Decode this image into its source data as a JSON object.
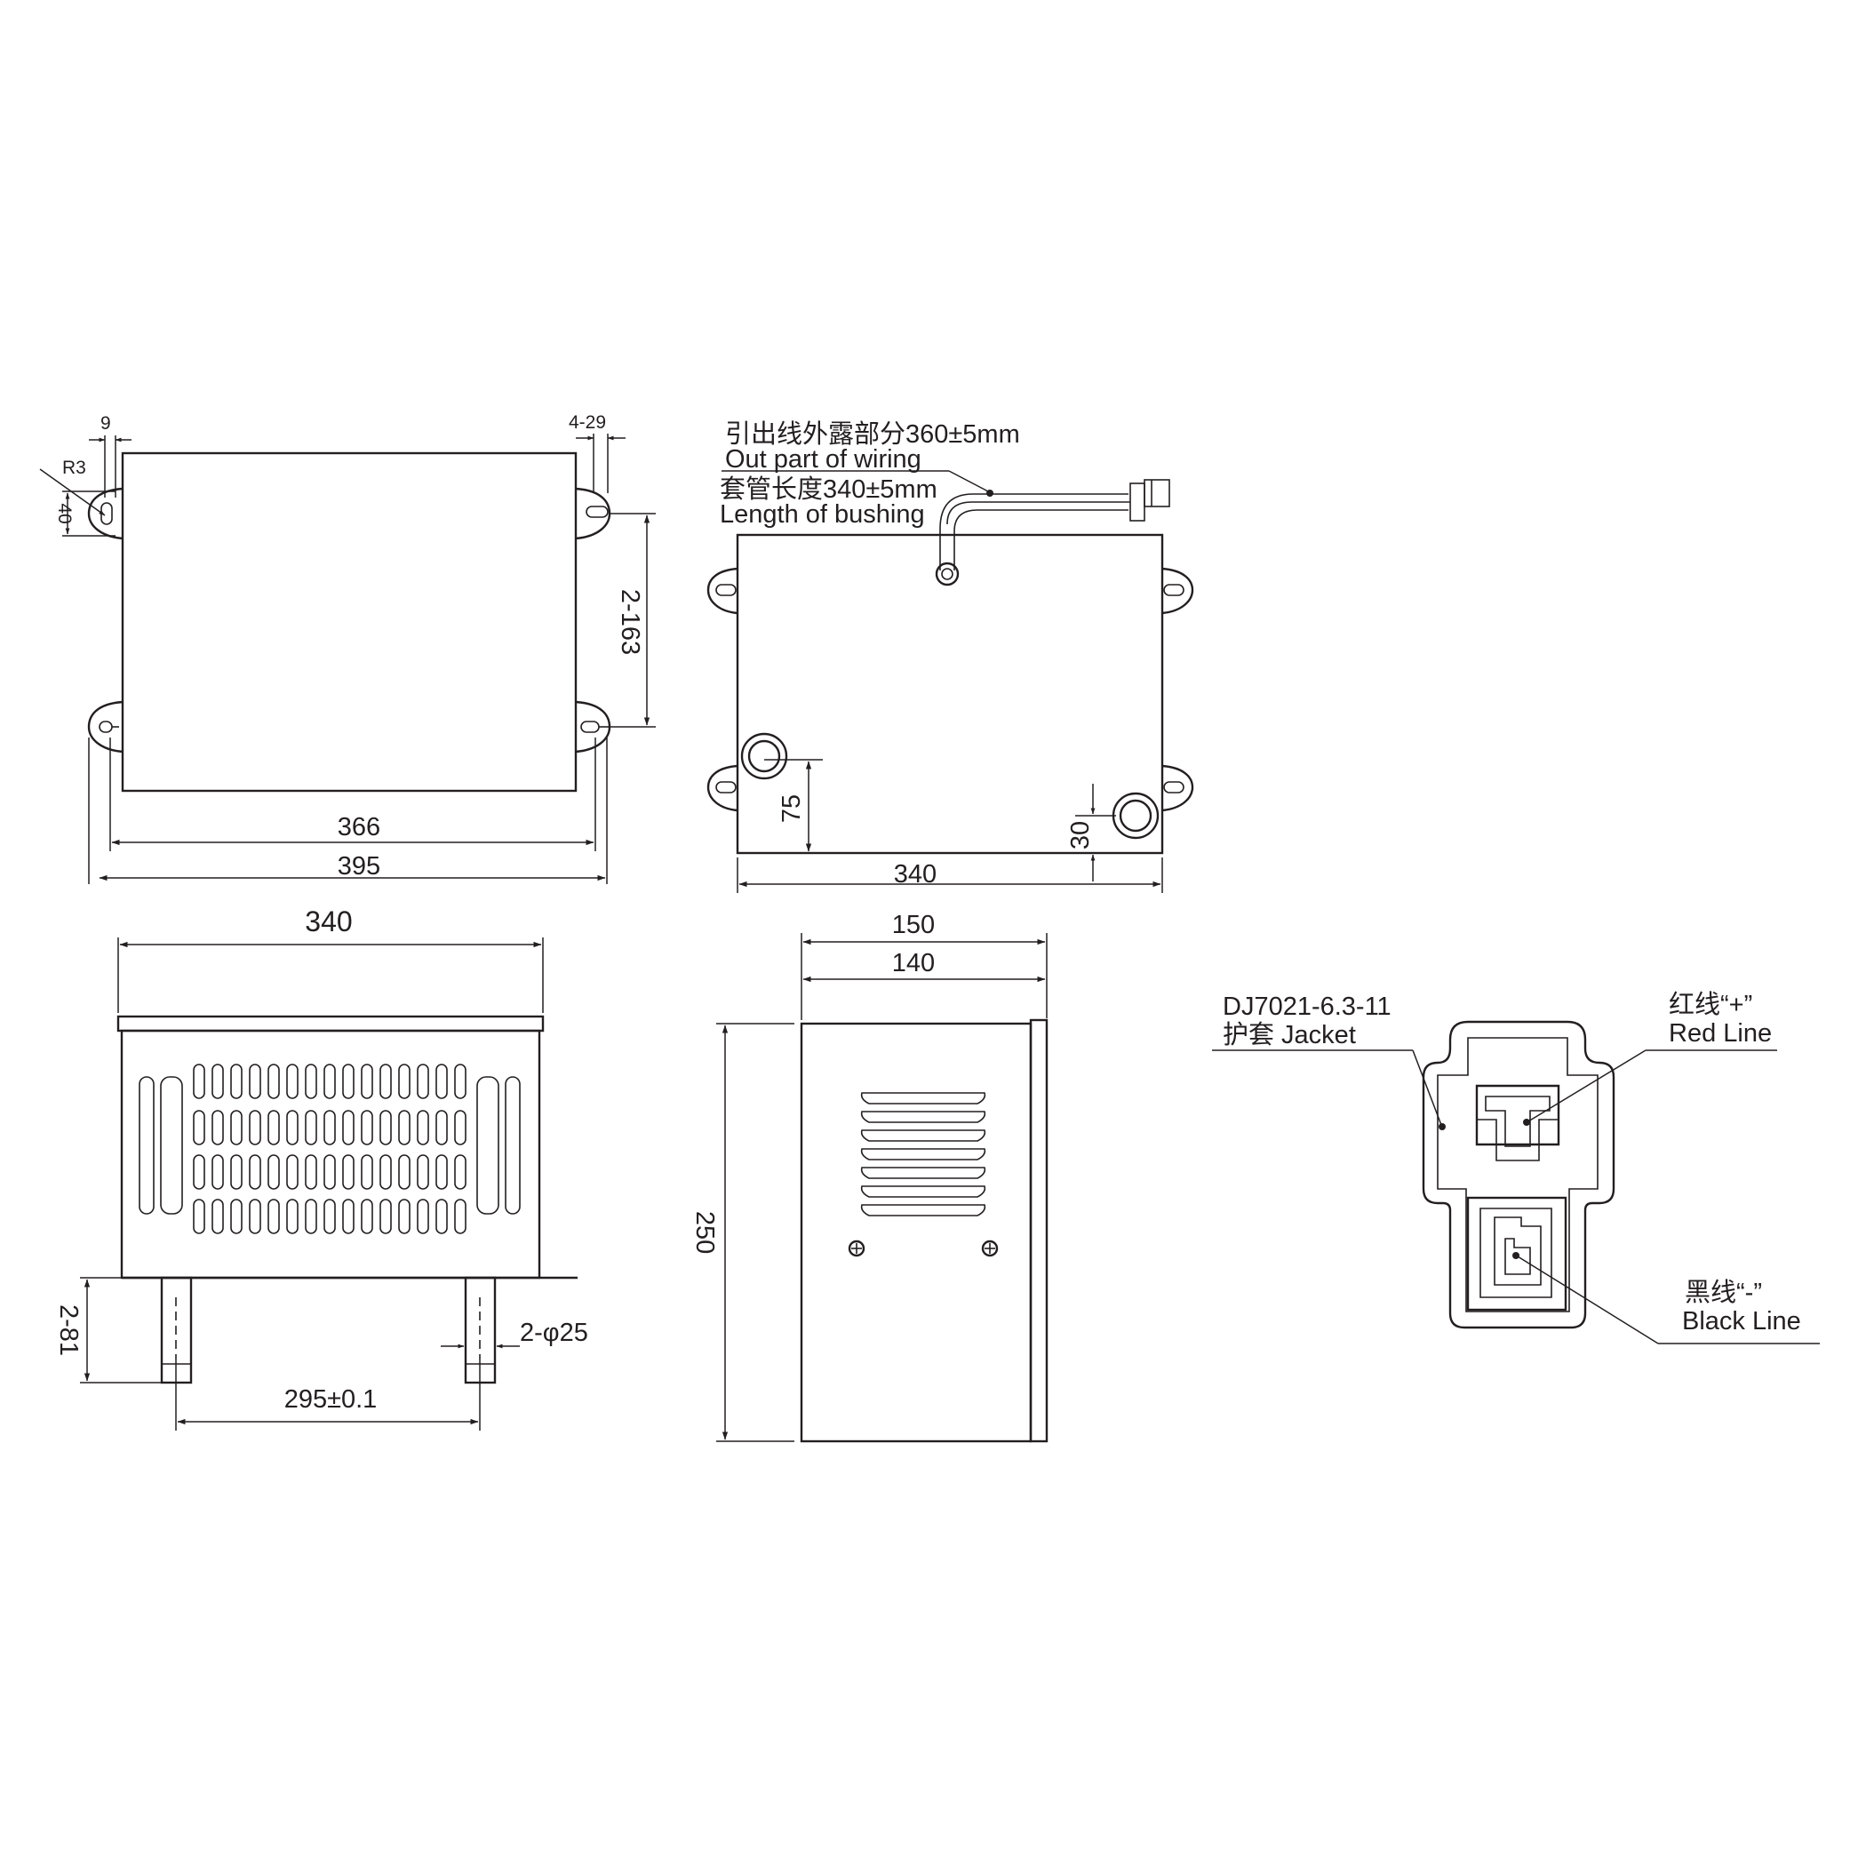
{
  "top_view": {
    "dim_9": "9",
    "dim_4_29": "4-29",
    "dim_r3": "R3",
    "dim_40": "40",
    "dim_2_163": "2-163",
    "dim_366": "366",
    "dim_395": "395"
  },
  "wiring_view": {
    "wiring_cn": "引出线外露部分360±5mm",
    "wiring_en": "Out part of wiring",
    "bushing_cn": "套管长度340±5mm",
    "bushing_en": "Length of bushing",
    "dim_75": "75",
    "dim_30": "30",
    "dim_340": "340"
  },
  "front_view": {
    "dim_340": "340",
    "dim_2_81": "2-81",
    "dim_2_phi25": "2-φ25",
    "dim_295": "295±0.1"
  },
  "side_view": {
    "dim_150": "150",
    "dim_140": "140",
    "dim_250": "250"
  },
  "connector": {
    "model": "DJ7021-6.3-11",
    "jacket": "护套 Jacket",
    "red_cn": "红线“+”",
    "red_en": "Red Line",
    "black_cn": "黑线“-”",
    "black_en": "Black Line"
  },
  "colors": {
    "line": "#231f20",
    "background": "#ffffff"
  }
}
